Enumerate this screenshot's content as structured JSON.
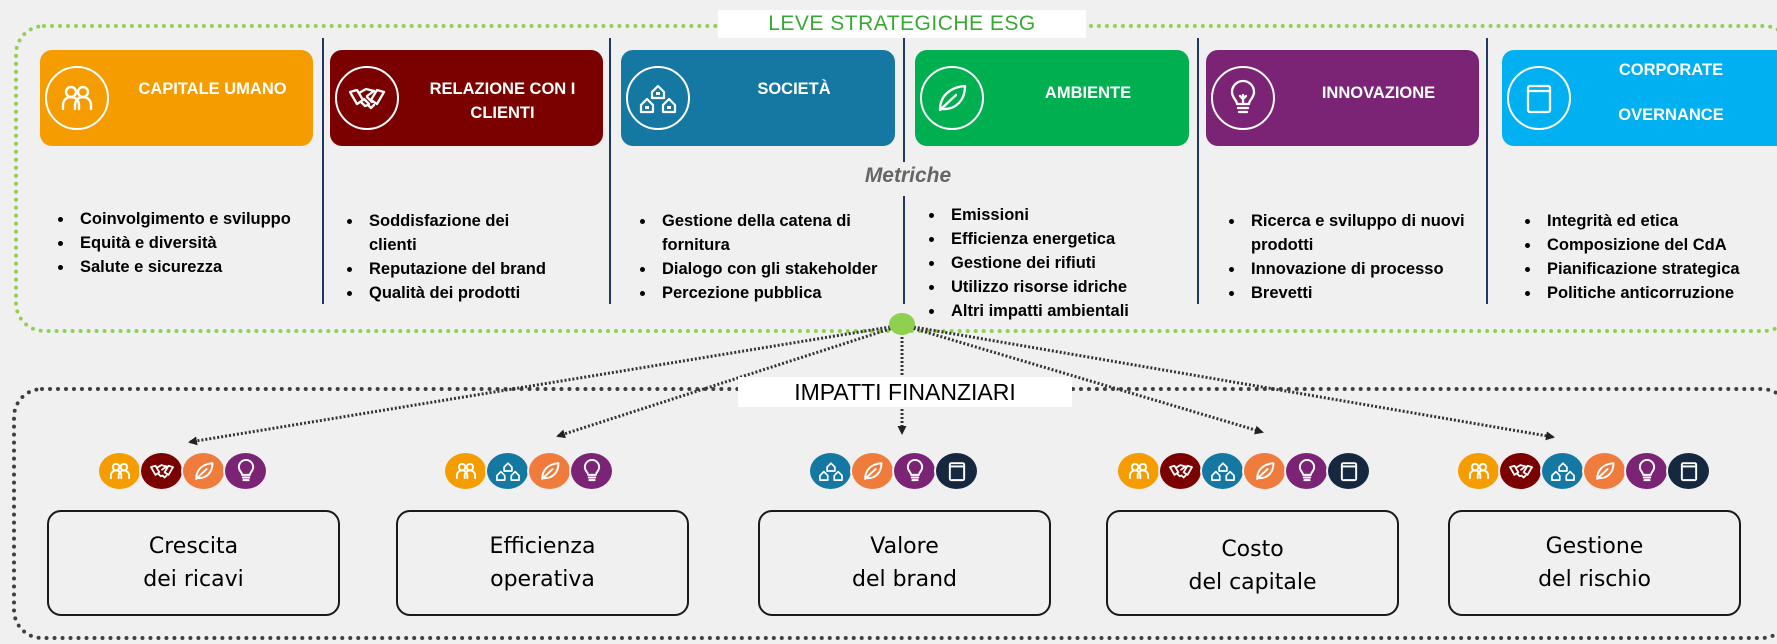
{
  "colors": {
    "capitale_umano": "#f59c00",
    "relazione_clienti": "#7b0000",
    "societa": "#1478a3",
    "ambiente": "#00b050",
    "innovazione": "#7b2476",
    "governance": "#00b0f0",
    "ambiente_small": "#ef7b3c",
    "governance_small": "#15283f",
    "esg_frame": "#8fd14f",
    "separator": "#1f3864"
  },
  "esg": {
    "title": "LEVE STRATEGICHE ESG",
    "metrics_label": "Metriche",
    "levers": [
      {
        "key": "capitale_umano",
        "title": "CAPITALE UMANO",
        "icon": "people-icon",
        "metrics": [
          "Coinvolgimento e sviluppo",
          "Equità e diversità",
          "Salute e sicurezza"
        ]
      },
      {
        "key": "relazione_clienti",
        "title_line1": "RELAZIONE CON I",
        "title_line2": "CLIENTI",
        "icon": "handshake-icon",
        "metrics": [
          "Soddisfazione dei clienti",
          "Reputazione del brand",
          "Qualità dei prodotti"
        ]
      },
      {
        "key": "societa",
        "title": "SOCIETÀ",
        "icon": "houses-icon",
        "metrics": [
          "Gestione della catena di fornitura",
          "Dialogo con gli stakeholder",
          "Percezione pubblica"
        ]
      },
      {
        "key": "ambiente",
        "title": "AMBIENTE",
        "icon": "leaf-icon",
        "metrics": [
          "Emissioni",
          "Efficienza energetica",
          "Gestione dei rifiuti",
          "Utilizzo risorse idriche",
          "Altri impatti ambientali"
        ]
      },
      {
        "key": "innovazione",
        "title": "INNOVAZIONE",
        "icon": "lightbulb-icon",
        "metrics": [
          "Ricerca e sviluppo di nuovi prodotti",
          "Innovazione di processo",
          "Brevetti"
        ]
      },
      {
        "key": "governance",
        "title_line1": "CORPORATE",
        "title_line2": "OVERNANCE",
        "icon": "document-icon",
        "metrics": [
          "Integrità ed etica",
          "Composizione del CdA",
          "Pianificazione strategica",
          "Politiche anticorruzione"
        ]
      }
    ]
  },
  "financial": {
    "title": "IMPATTI FINANZIARI",
    "impacts": [
      {
        "line1": "Crescita",
        "line2": "dei ricavi",
        "icons": [
          "people-icon",
          "handshake-icon",
          "leaf-icon",
          "lightbulb-icon"
        ]
      },
      {
        "line1": "Efficienza",
        "line2": "operativa",
        "icons": [
          "people-icon",
          "houses-icon",
          "leaf-icon",
          "lightbulb-icon"
        ]
      },
      {
        "line1": "Valore",
        "line2": "del brand",
        "icons": [
          "houses-icon",
          "leaf-icon",
          "lightbulb-icon",
          "document-icon"
        ]
      },
      {
        "line1": "Costo",
        "line2": "del capitale",
        "icons": [
          "people-icon",
          "handshake-icon",
          "houses-icon",
          "leaf-icon",
          "lightbulb-icon",
          "document-icon"
        ]
      },
      {
        "line1": "Gestione",
        "line2": "del rischio",
        "icons": [
          "people-icon",
          "handshake-icon",
          "houses-icon",
          "leaf-icon",
          "lightbulb-icon",
          "document-icon"
        ]
      }
    ]
  }
}
